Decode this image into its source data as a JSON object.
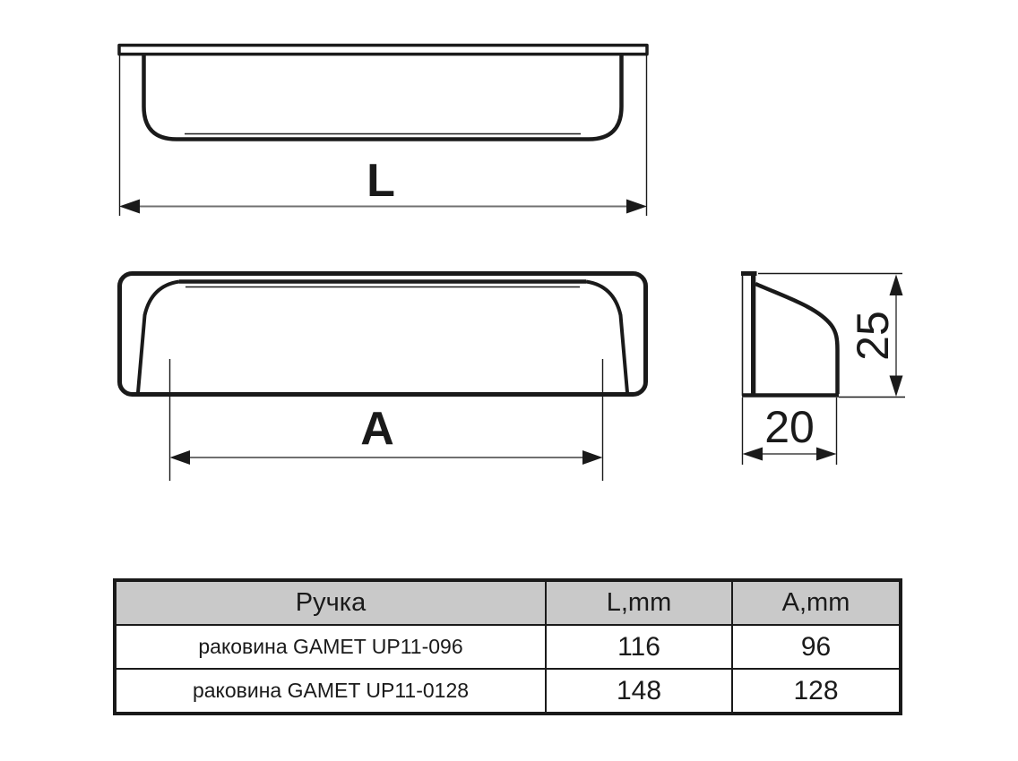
{
  "drawing": {
    "top_view": {
      "dim_label": "L"
    },
    "front_view": {
      "dim_label": "A"
    },
    "side_view": {
      "height_label": "25",
      "width_label": "20"
    },
    "colors": {
      "line": "#1a1a1a",
      "dim_line": "#707070",
      "background": "#ffffff"
    }
  },
  "table": {
    "headers": {
      "name": "Ручка",
      "l": "L,mm",
      "a": "A,mm"
    },
    "header_bg": "#c9c9c9",
    "rows": [
      {
        "name": "раковина GAMET UP11-096",
        "l": "116",
        "a": "96"
      },
      {
        "name": "раковина GAMET UP11-0128",
        "l": "148",
        "a": "128"
      }
    ]
  }
}
